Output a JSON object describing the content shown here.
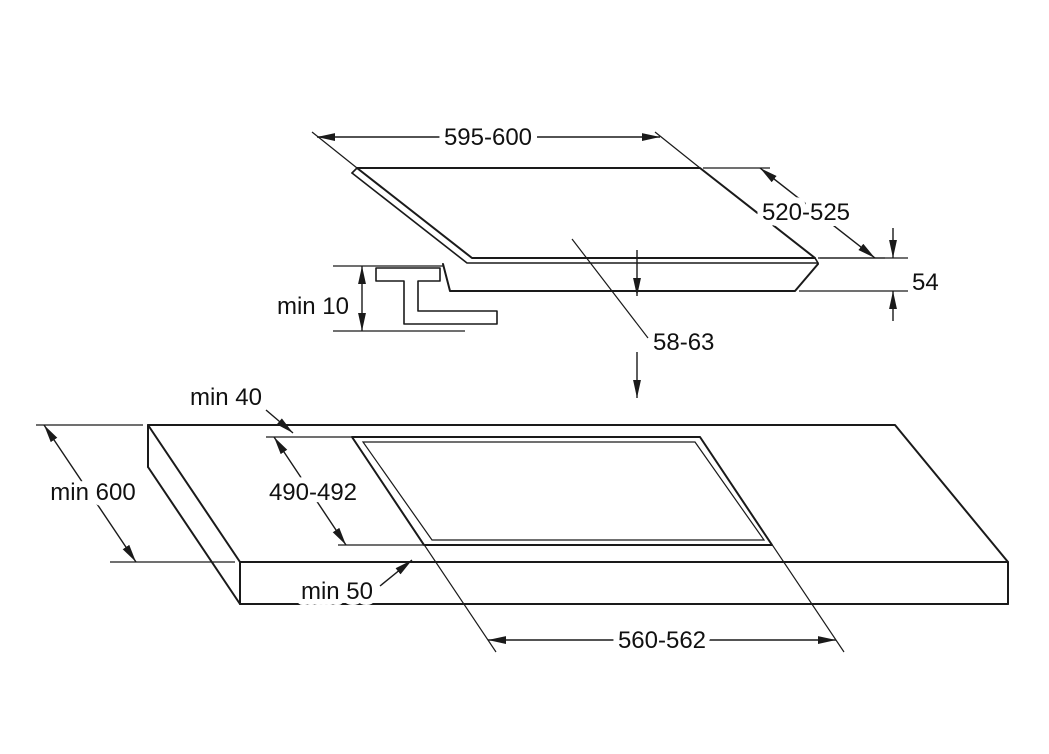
{
  "colors": {
    "background": "#ffffff",
    "line": "#1a1a1a",
    "bracket_fill": "#c7c7c7"
  },
  "hob": {
    "width": "595-600",
    "depth": "520-525",
    "height": "54",
    "clearance_below": "min 10",
    "installation_depth": "58-63"
  },
  "worktop": {
    "rear_clearance": "min 40",
    "depth": "min 600",
    "cutout_depth": "490-492",
    "front_clearance": "min 50",
    "cutout_width": "560-562"
  }
}
